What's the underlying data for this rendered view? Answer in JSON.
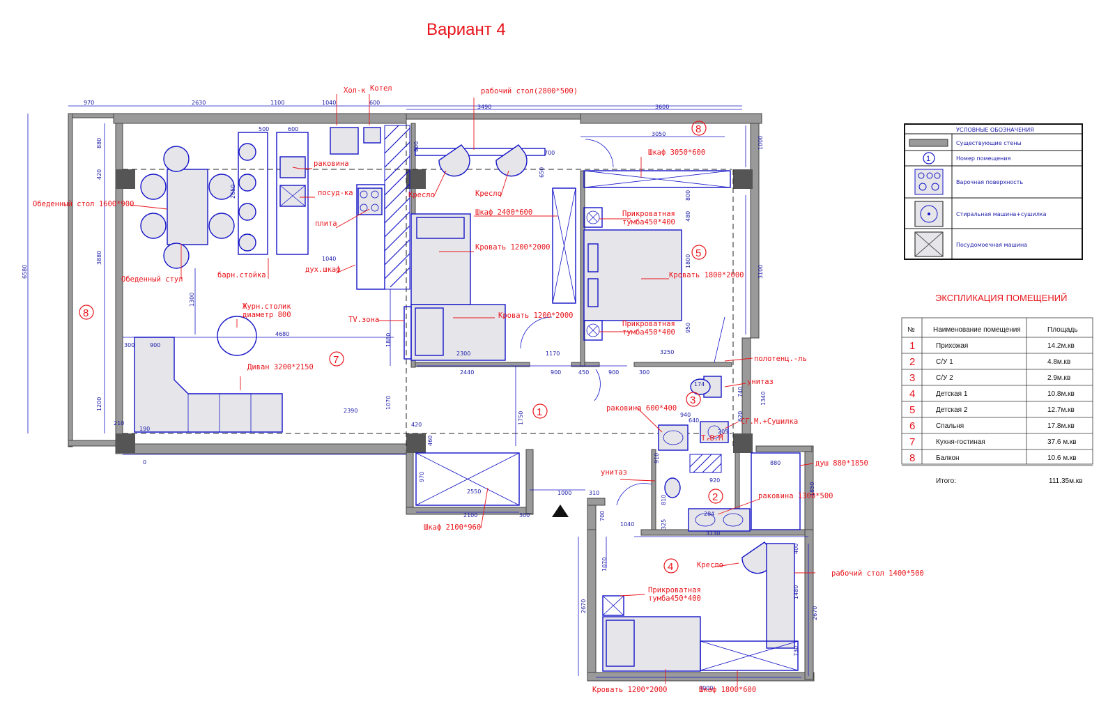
{
  "title": "Вариант 4",
  "dimensions": {
    "d970": "970",
    "d2630": "2630",
    "d1100": "1100",
    "d1040a": "1040",
    "d600a": "600",
    "d3490": "3490",
    "d3600": "3600",
    "d3050": "3050",
    "d500": "500",
    "d600b": "600",
    "d880": "880",
    "d420": "420",
    "d2650": "2650",
    "d3880": "3880",
    "d6580": "6580",
    "d1200": "1200",
    "d210": "210",
    "d190": "190",
    "d0": "0",
    "d1300": "1300",
    "d4680": "4680",
    "d300a": "300",
    "d900a": "900",
    "d1040b": "1040",
    "d1880": "1880",
    "d1070": "1070",
    "d2390": "2390",
    "d2300": "2300",
    "d2440": "2440",
    "d1170": "1170",
    "d900b": "900",
    "d450": "450",
    "d900c": "900",
    "d300b": "300",
    "d1750": "1750",
    "d420b": "420",
    "d460": "460",
    "d970b": "970",
    "d2550": "2550",
    "d2100": "2100",
    "d300c": "300",
    "d1000a": "1000",
    "d310": "310",
    "d700a": "700",
    "d650": "650",
    "d800a": "800",
    "d3100": "3100",
    "d1000b": "1000",
    "d3250": "3250",
    "d1800": "1800",
    "d480": "480",
    "d950": "950",
    "d800b": "800",
    "d740": "740",
    "d1340": "1340",
    "d620": "620",
    "d940": "940",
    "d640": "640",
    "d174": "174",
    "d205": "205",
    "d910": "910",
    "d920": "920",
    "d880b": "880",
    "d1850": "1850",
    "d810": "810",
    "d1040c": "1040",
    "d3130": "3130",
    "d400": "400",
    "d1480": "1480",
    "d2670a": "2670",
    "d2670b": "2670",
    "d730": "730",
    "d4000": "4000",
    "d1070b": "1070",
    "d700b": "700",
    "d284": "284",
    "d325": "325"
  },
  "labels": {
    "holk": "Хол-к",
    "kotel": "Котел",
    "rab_stol": "рабочий стол(2800*500)",
    "rakovina1": "раковина",
    "posuda": "посуд-ка",
    "plita": "плита",
    "obed_stol": "Обеденный стол 1600*900",
    "obed_stul": "Обеденный стул",
    "barn": "барн.стойка",
    "duh": "дух.шкаф",
    "kreslo1": "Кресло",
    "kreslo2": "Кресло",
    "shkaf2400": "Шкаф 2400*600",
    "krovat1": "Кровать 1200*2000",
    "krovat2": "Кровать 1200*2000",
    "shkaf3050": "Шкаф 3050*600",
    "prikr1_a": "Прикроватная",
    "prikr1_b": "тумба450*400",
    "krovat1800": "Кровать 1800*2000",
    "prikr2_a": "Прикроватная",
    "prikr2_b": "тумба450*400",
    "jurn_a": "Журн.столик",
    "jurn_b": "диаметр 800",
    "tv": "TV.зона",
    "divan": "Диван 3200*2150",
    "polotenc": "полотенц.-ль",
    "unitaz1": "унитаз",
    "rakovina600": "раковина 600*400",
    "sgm": "СГ.М.+Сушилка",
    "tvm": "Т.В.М",
    "unitaz2": "унитаз",
    "dush": "душ 880*1850",
    "rakovina1300": "раковина 1300*500",
    "shkaf2100": "Шкаф 2100*960",
    "kreslo3": "Кресло",
    "rab_stol2": "рабочий стол 1400*500",
    "prikr3_a": "Прикроватная",
    "prikr3_b": "тумба450*400",
    "krovat3": "Кровать 1200*2000",
    "shkaf1800": "Шкаф 1800*600"
  },
  "room_numbers": {
    "r8a": "8",
    "r8b": "8",
    "r5": "5",
    "r7": "7",
    "r1": "1",
    "r3": "3",
    "r2": "2",
    "r4": "4"
  },
  "legend": {
    "title": "УСЛОВНЫЕ ОБОЗНАЧЕНИЯ",
    "items": [
      "Существующие стены",
      "Номер помещения",
      "Варочная поверхность",
      "Стиральная машина+сушилка",
      "Посудомоечная машина"
    ],
    "room_sample": "1"
  },
  "explication": {
    "title": "ЭКСПЛИКАЦИЯ ПОМЕЩЕНИЙ",
    "headers": [
      "№",
      "Наименование помещения",
      "Площадь"
    ],
    "rows": [
      {
        "num": "1",
        "name": "Прихожая",
        "area": "14.2м.кв"
      },
      {
        "num": "2",
        "name": "С/У 1",
        "area": "4.8м.кв"
      },
      {
        "num": "3",
        "name": "С/У 2",
        "area": "2.9м.кв"
      },
      {
        "num": "4",
        "name": "Детская 1",
        "area": "10.8м.кв"
      },
      {
        "num": "5",
        "name": "Детская 2",
        "area": "12.7м.кв"
      },
      {
        "num": "6",
        "name": "Спальня",
        "area": "17.8м.кв"
      },
      {
        "num": "7",
        "name": "Кухня-гостиная",
        "area": "37.6 м.кв"
      },
      {
        "num": "8",
        "name": "Балкон",
        "area": "10.6 м.кв"
      }
    ],
    "total_label": "Итого:",
    "total_value": "111.35м.кв"
  },
  "colors": {
    "wall": "#9a9a9a",
    "lines": "#1414c8",
    "annotation": "#e8141b"
  }
}
